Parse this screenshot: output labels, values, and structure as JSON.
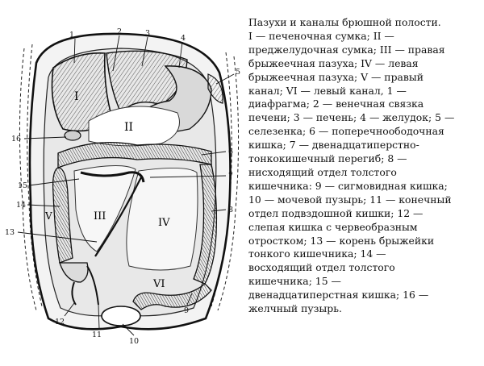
{
  "caption": "Пазухи и каналы брюшной полости.\nI — печеночная сумка; II —\nпреджелудочная сумка; III — правая\nбрыжеечная пазуха; IV — левая\nбрыжеечная пазуха; V — правый\nканал; VI — левый канал, 1 —\nдиафрагма; 2 — венечная связка\nпечени; 3 — печень; 4 — желудок; 5 —\nселезенка; 6 — поперечноободочная\nкишка; 7 — двенадцатиперстно-\nтонкокишечный перегиб; 8 —\nнисходящий отдел толстого\nкишечника: 9 — сигмовидная кишка;\n10 — мочевой пузырь; 11 — конечный\nотдел подвздошной кишки; 12 —\nслепая кишка с червеобразным\nотростком; 13 — корень брыжейки\nтонкого кишечника; 14 —\nвосходящий отдел толстого\nкишечника; 15 —\nдвенадцатиперстная кишка; 16 —\nжелчный пузырь.",
  "figure": {
    "numbers": {
      "n1": "1",
      "n2": "2",
      "n3": "3",
      "n4": "4",
      "n5": "5",
      "n6": "6",
      "n7": "7",
      "n8": "8",
      "n9": "9",
      "n10": "10",
      "n11": "11",
      "n12": "12",
      "n13": "13",
      "n14": "14",
      "n15": "15",
      "n16": "16"
    },
    "regions": {
      "I": "I",
      "II": "II",
      "III": "III",
      "IV": "IV",
      "V": "V",
      "VI": "VI"
    }
  }
}
